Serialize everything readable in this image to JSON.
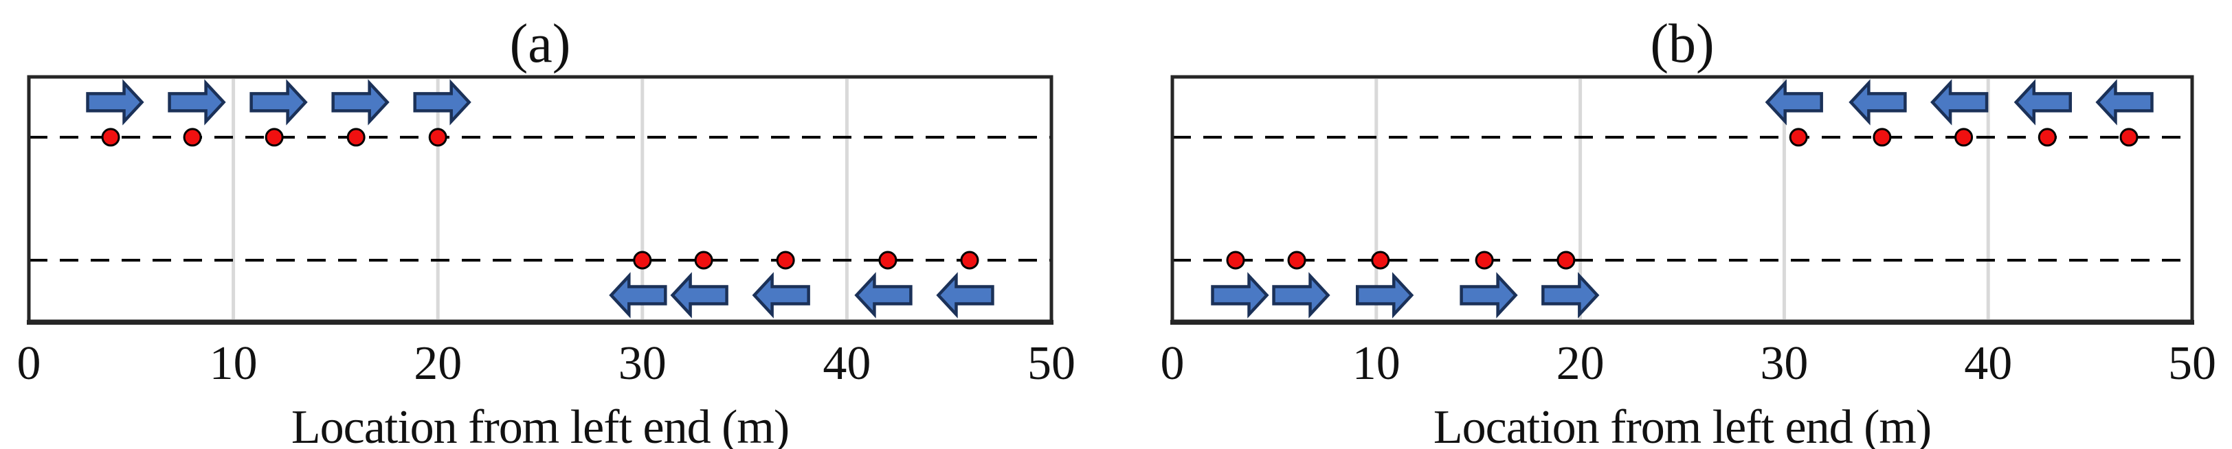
{
  "figure": {
    "background": "#ffffff",
    "xlabel": "Location from left end (m)"
  },
  "colors": {
    "arrow_fill": "#4a79c4",
    "arrow_outline": "#1b3158",
    "dot_fill": "#f01010",
    "dot_outline": "#000000",
    "gridline": "#d9d9d9",
    "axis_border": "#262626",
    "dashed_line": "#000000",
    "text": "#111111"
  },
  "chart_data": [
    {
      "type": "scatter",
      "panel_label": "(a)",
      "xlabel": "Location from left end (m)",
      "xlim": [
        0,
        50
      ],
      "xticks": [
        0,
        10,
        20,
        30,
        40,
        50
      ],
      "xtick_labels": [
        "0",
        "10",
        "20",
        "30",
        "40",
        "50"
      ],
      "grid": "vertical gridlines at 10, 20, 30, 40",
      "legend": "none",
      "lanes": {
        "upper_fraction": 0.247,
        "lower_fraction": 0.75
      },
      "series": [
        {
          "name": "right-moving agents (upper lane)",
          "lane": "upper",
          "direction": "right",
          "marker": "red-dot",
          "x": [
            4,
            8,
            12,
            16,
            20
          ]
        },
        {
          "name": "left-moving agents (lower lane)",
          "lane": "lower",
          "direction": "left",
          "marker": "red-dot",
          "x": [
            30,
            33,
            37,
            42,
            46
          ]
        }
      ]
    },
    {
      "type": "scatter",
      "panel_label": "(b)",
      "xlabel": "Location from left end (m)",
      "xlim": [
        0,
        50
      ],
      "xticks": [
        0,
        10,
        20,
        30,
        40,
        50
      ],
      "xtick_labels": [
        "0",
        "10",
        "20",
        "30",
        "40",
        "50"
      ],
      "grid": "vertical gridlines at 10, 20, 30, 40",
      "legend": "none",
      "lanes": {
        "upper_fraction": 0.247,
        "lower_fraction": 0.75
      },
      "series": [
        {
          "name": "left-moving agents (upper lane)",
          "lane": "upper",
          "direction": "left",
          "marker": "red-dot",
          "x": [
            30.7,
            34.8,
            38.8,
            42.9,
            46.9
          ]
        },
        {
          "name": "right-moving agents (lower lane)",
          "lane": "lower",
          "direction": "right",
          "marker": "red-dot",
          "x": [
            3.1,
            6.1,
            10.2,
            15.3,
            19.3
          ]
        }
      ]
    }
  ]
}
